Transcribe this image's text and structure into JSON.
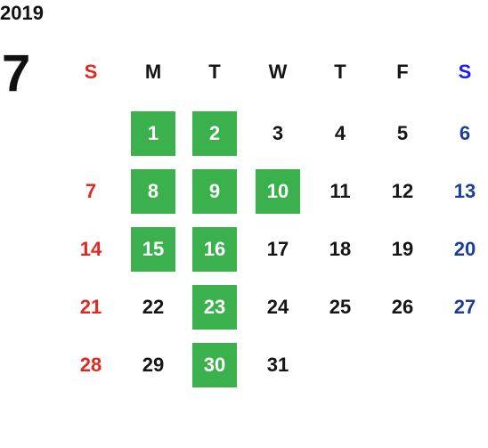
{
  "year": "2019",
  "month": "7",
  "weekdays": [
    {
      "label": "S",
      "color": "#e0281e"
    },
    {
      "label": "M",
      "color": "#151515"
    },
    {
      "label": "T",
      "color": "#151515"
    },
    {
      "label": "W",
      "color": "#151515"
    },
    {
      "label": "T",
      "color": "#151515"
    },
    {
      "label": "F",
      "color": "#151515"
    },
    {
      "label": "S",
      "color": "#1a1aff"
    }
  ],
  "weeks": [
    [
      null,
      {
        "day": "1",
        "highlighted": true
      },
      {
        "day": "2",
        "highlighted": true
      },
      {
        "day": "3",
        "highlighted": false
      },
      {
        "day": "4",
        "highlighted": false
      },
      {
        "day": "5",
        "highlighted": false
      },
      {
        "day": "6",
        "highlighted": false
      }
    ],
    [
      {
        "day": "7",
        "highlighted": false
      },
      {
        "day": "8",
        "highlighted": true
      },
      {
        "day": "9",
        "highlighted": true
      },
      {
        "day": "10",
        "highlighted": true
      },
      {
        "day": "11",
        "highlighted": false
      },
      {
        "day": "12",
        "highlighted": false
      },
      {
        "day": "13",
        "highlighted": false
      }
    ],
    [
      {
        "day": "14",
        "highlighted": false
      },
      {
        "day": "15",
        "highlighted": true
      },
      {
        "day": "16",
        "highlighted": true
      },
      {
        "day": "17",
        "highlighted": false
      },
      {
        "day": "18",
        "highlighted": false
      },
      {
        "day": "19",
        "highlighted": false
      },
      {
        "day": "20",
        "highlighted": false
      }
    ],
    [
      {
        "day": "21",
        "highlighted": false
      },
      {
        "day": "22",
        "highlighted": false
      },
      {
        "day": "23",
        "highlighted": true
      },
      {
        "day": "24",
        "highlighted": false
      },
      {
        "day": "25",
        "highlighted": false
      },
      {
        "day": "26",
        "highlighted": false
      },
      {
        "day": "27",
        "highlighted": false
      }
    ],
    [
      {
        "day": "28",
        "highlighted": false
      },
      {
        "day": "29",
        "highlighted": false
      },
      {
        "day": "30",
        "highlighted": true
      },
      {
        "day": "31",
        "highlighted": false
      },
      null,
      null,
      null
    ]
  ],
  "colors": {
    "sunday": "#e0281e",
    "saturday": "#1c3f95",
    "weekday": "#151515",
    "highlight_bg": "#3bb14e",
    "highlight_text": "#ffffff"
  }
}
